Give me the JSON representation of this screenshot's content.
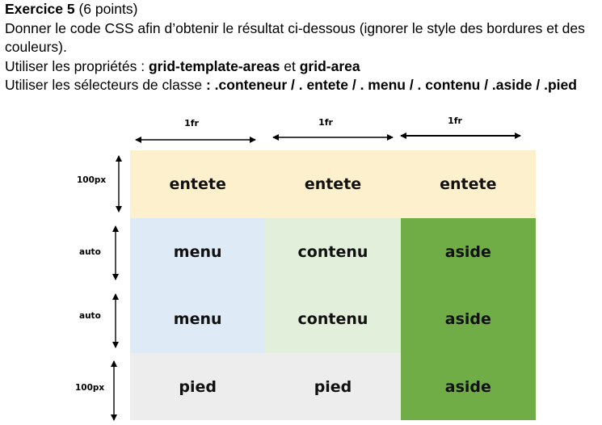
{
  "instructions": {
    "title_bold": "Exercice 5",
    "title_points": " (6 points)",
    "line1": "Donner le code CSS afin d’obtenir le résultat ci-dessous (ignorer le style des bordures et des couleurs).",
    "line2_prefix": "Utiliser les propriétés : ",
    "prop1": "grid-template-areas",
    "line2_and": " et ",
    "prop2": "grid-area",
    "line3_prefix": "Utiliser les sélecteurs de classe ",
    "selectors": ": .conteneur / . entete / . menu / . contenu / .aside / .pied"
  },
  "columns": [
    {
      "label": "1fr"
    },
    {
      "label": "1fr"
    },
    {
      "label": "1fr"
    }
  ],
  "rows": [
    {
      "label": "100px"
    },
    {
      "label": "auto"
    },
    {
      "label": "auto"
    },
    {
      "label": "100px"
    }
  ],
  "cells": {
    "entete": {
      "labels": [
        "entete",
        "entete",
        "entete"
      ],
      "color": "#fdf0cc"
    },
    "menu": {
      "labels": [
        "menu",
        "menu"
      ],
      "color": "#deeaf6"
    },
    "contenu": {
      "labels": [
        "contenu",
        "contenu"
      ],
      "color": "#e2efda"
    },
    "aside": {
      "labels": [
        "aside",
        "aside",
        "aside"
      ],
      "color": "#70ad47"
    },
    "pied": {
      "labels": [
        "pied",
        "pied"
      ],
      "color": "#ededed"
    }
  }
}
